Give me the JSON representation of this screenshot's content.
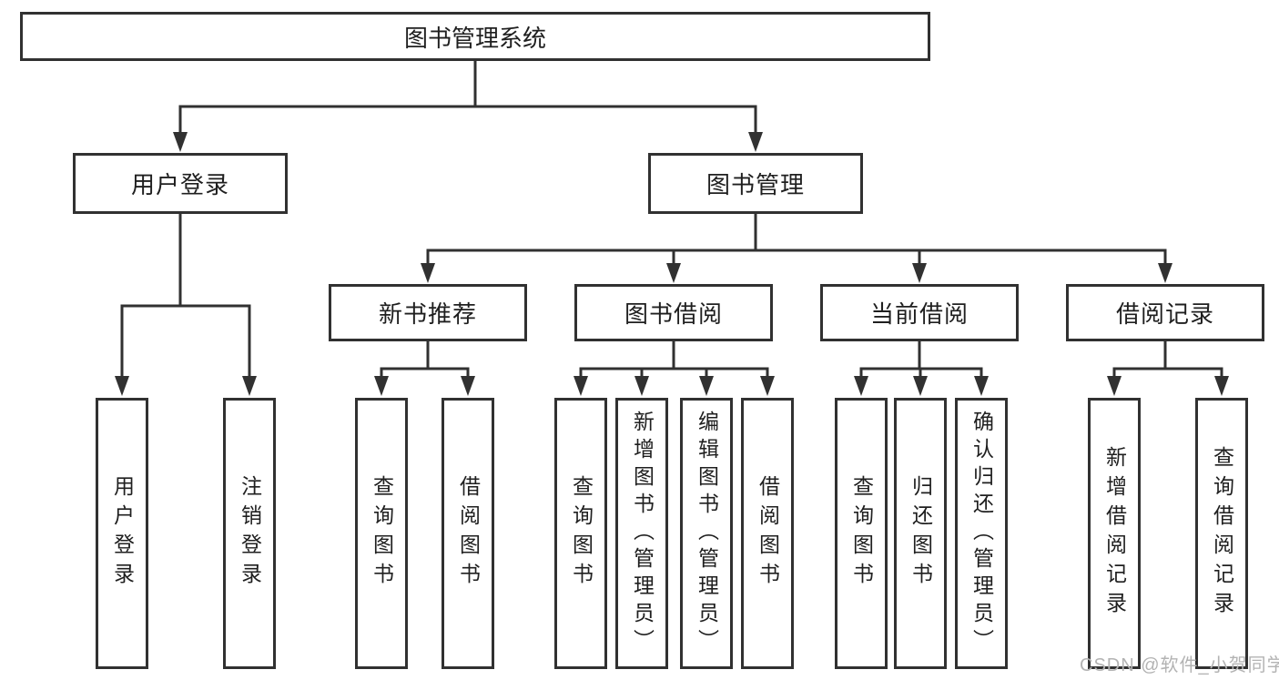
{
  "tree": {
    "root": {
      "label": "图书管理系统",
      "children": [
        {
          "label": "用户登录",
          "children": [
            {
              "label": "用户登录"
            },
            {
              "label": "注销登录"
            }
          ]
        },
        {
          "label": "图书管理",
          "children": [
            {
              "label": "新书推荐",
              "children": [
                {
                  "label": "查询图书"
                },
                {
                  "label": "借阅图书"
                }
              ]
            },
            {
              "label": "图书借阅",
              "children": [
                {
                  "label": "查询图书"
                },
                {
                  "label": "新增图书（管理员）"
                },
                {
                  "label": "编辑图书（管理员）"
                },
                {
                  "label": "借阅图书"
                }
              ]
            },
            {
              "label": "当前借阅",
              "children": [
                {
                  "label": "查询图书"
                },
                {
                  "label": "归还图书"
                },
                {
                  "label": "确认归还（管理员）"
                }
              ]
            },
            {
              "label": "借阅记录",
              "children": [
                {
                  "label": "新增借阅记录"
                },
                {
                  "label": "查询借阅记录"
                }
              ]
            }
          ]
        }
      ]
    }
  },
  "watermark": {
    "text": "CSDN @软件_小贺同学"
  },
  "colors": {
    "line": "#313131",
    "border": "#313131",
    "text": "#1f1f1f",
    "watermark": "#b3b3b3",
    "background": "#ffffff"
  }
}
